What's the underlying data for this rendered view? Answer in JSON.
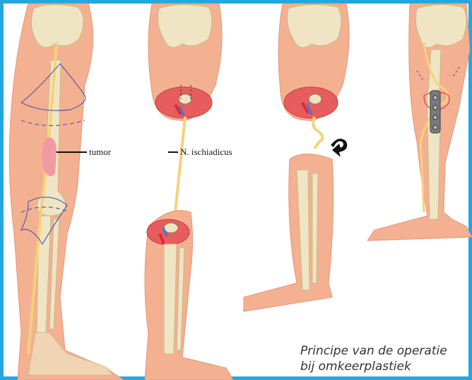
{
  "labels": {
    "tumor": "tumor",
    "nerve": "N. ischiadicus"
  },
  "caption": {
    "line1": "Principe van de operatie",
    "line2": "bij omkeerplastiek"
  },
  "colors": {
    "border": "#22a7e0",
    "skin": "#f3b191",
    "skin_dark": "#e99477",
    "bone": "#efe5c4",
    "bone_edge": "#c9b98a",
    "nerve": "#f5d27a",
    "tumor": "#f19aa3",
    "artery": "#e0283c",
    "vein": "#2f7fd6",
    "cut_line": "#5a5aa8"
  },
  "icons": [
    "rotation-arrow-icon",
    "fixation-plate-icon"
  ]
}
